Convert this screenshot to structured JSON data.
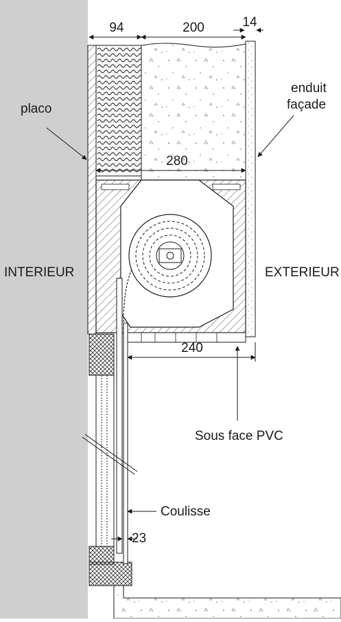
{
  "dimensions": {
    "d94": "94",
    "d200": "200",
    "d14": "14",
    "d280": "280",
    "d240": "240",
    "d23": "23"
  },
  "labels": {
    "placo": "placo",
    "enduit_line1": "enduit",
    "enduit_line2": "façade",
    "interieur": "INTERIEUR",
    "exterieur": "EXTERIEUR",
    "sous_face": "Sous face PVC",
    "coulisse": "Coulisse"
  },
  "colors": {
    "wall_grey": "#cfcfcf",
    "line": "#1a1a1a",
    "hatch": "#555555",
    "insulation": "#f4f4f4"
  }
}
